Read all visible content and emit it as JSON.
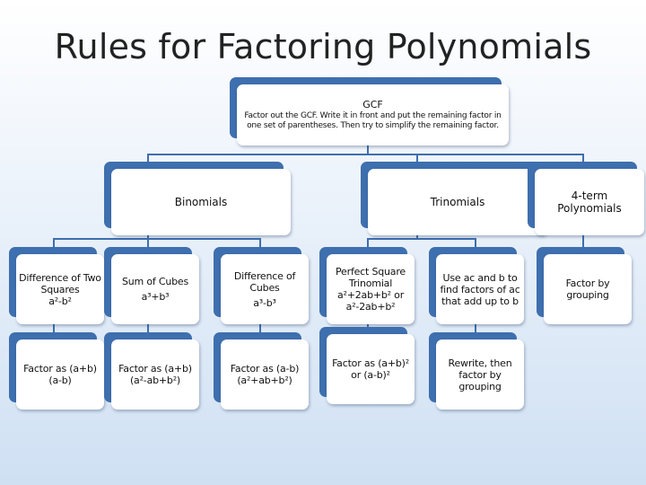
{
  "title": "Rules for Factoring Polynomials",
  "gcf": {
    "label": "GCF",
    "text": "Factor out the GCF.  Write it in front and put the remaining factor in one set of parentheses.  Then try to simplify the remaining factor."
  },
  "categories": {
    "binomials": "Binomials",
    "trinomials": "Trinomials",
    "four_term": "4-term Polynomials"
  },
  "binomials": {
    "diff_squares": {
      "name": "Difference of Two Squares",
      "expr": "a²-b²",
      "rule": "Factor as (a+b)(a-b)"
    },
    "sum_cubes": {
      "name": "Sum of Cubes",
      "expr": "a³+b³",
      "rule": "Factor as (a+b)(a²-ab+b²)"
    },
    "diff_cubes": {
      "name": "Difference of Cubes",
      "expr": "a³-b³",
      "rule": "Factor as (a-b)(a²+ab+b²)"
    }
  },
  "trinomials": {
    "perfect_square": {
      "name": "Perfect Square Trinomial",
      "expr": "a²+2ab+b² or a²-2ab+b²",
      "rule": "Factor as (a+b)² or (a-b)²"
    },
    "ac_method": {
      "text": "Use ac and b to find factors of ac that add up to b",
      "rule": "Rewrite, then factor by grouping"
    }
  },
  "four_term": {
    "grouping": "Factor by grouping"
  }
}
